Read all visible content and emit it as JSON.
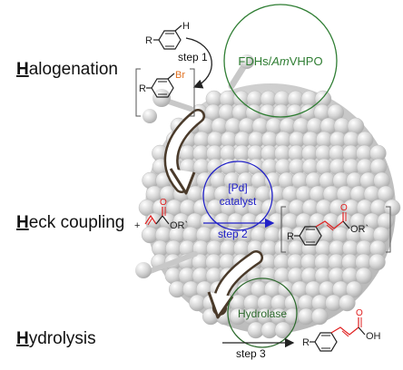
{
  "steps": [
    {
      "initial": "H",
      "rest": "alogenation"
    },
    {
      "initial": "H",
      "rest": "eck coupling"
    },
    {
      "initial": "H",
      "rest": "ydrolysis"
    }
  ],
  "enzymes": {
    "fdh_prefix": "FDHs/",
    "fdh_italic": "Am",
    "fdh_suffix": "VHPO",
    "pd_line1": "[Pd]",
    "pd_line2": "catalyst",
    "hydrolase": "Hydrolase"
  },
  "arrows": {
    "step1": "step 1",
    "step2": "step 2",
    "step3": "step 3"
  },
  "chem": {
    "R": "R",
    "H": "H",
    "Br": "Br",
    "plus": "+",
    "O": "O",
    "ORp": "OR`",
    "OH": "OH"
  },
  "colors": {
    "fdh_green": "#2e7d32",
    "pd_blue": "#2020c8",
    "hydrolase_green": "#2e6b2e",
    "bromine": "#e07020",
    "acrylate_red": "#e02020",
    "sphere": "#cfcfcf"
  }
}
